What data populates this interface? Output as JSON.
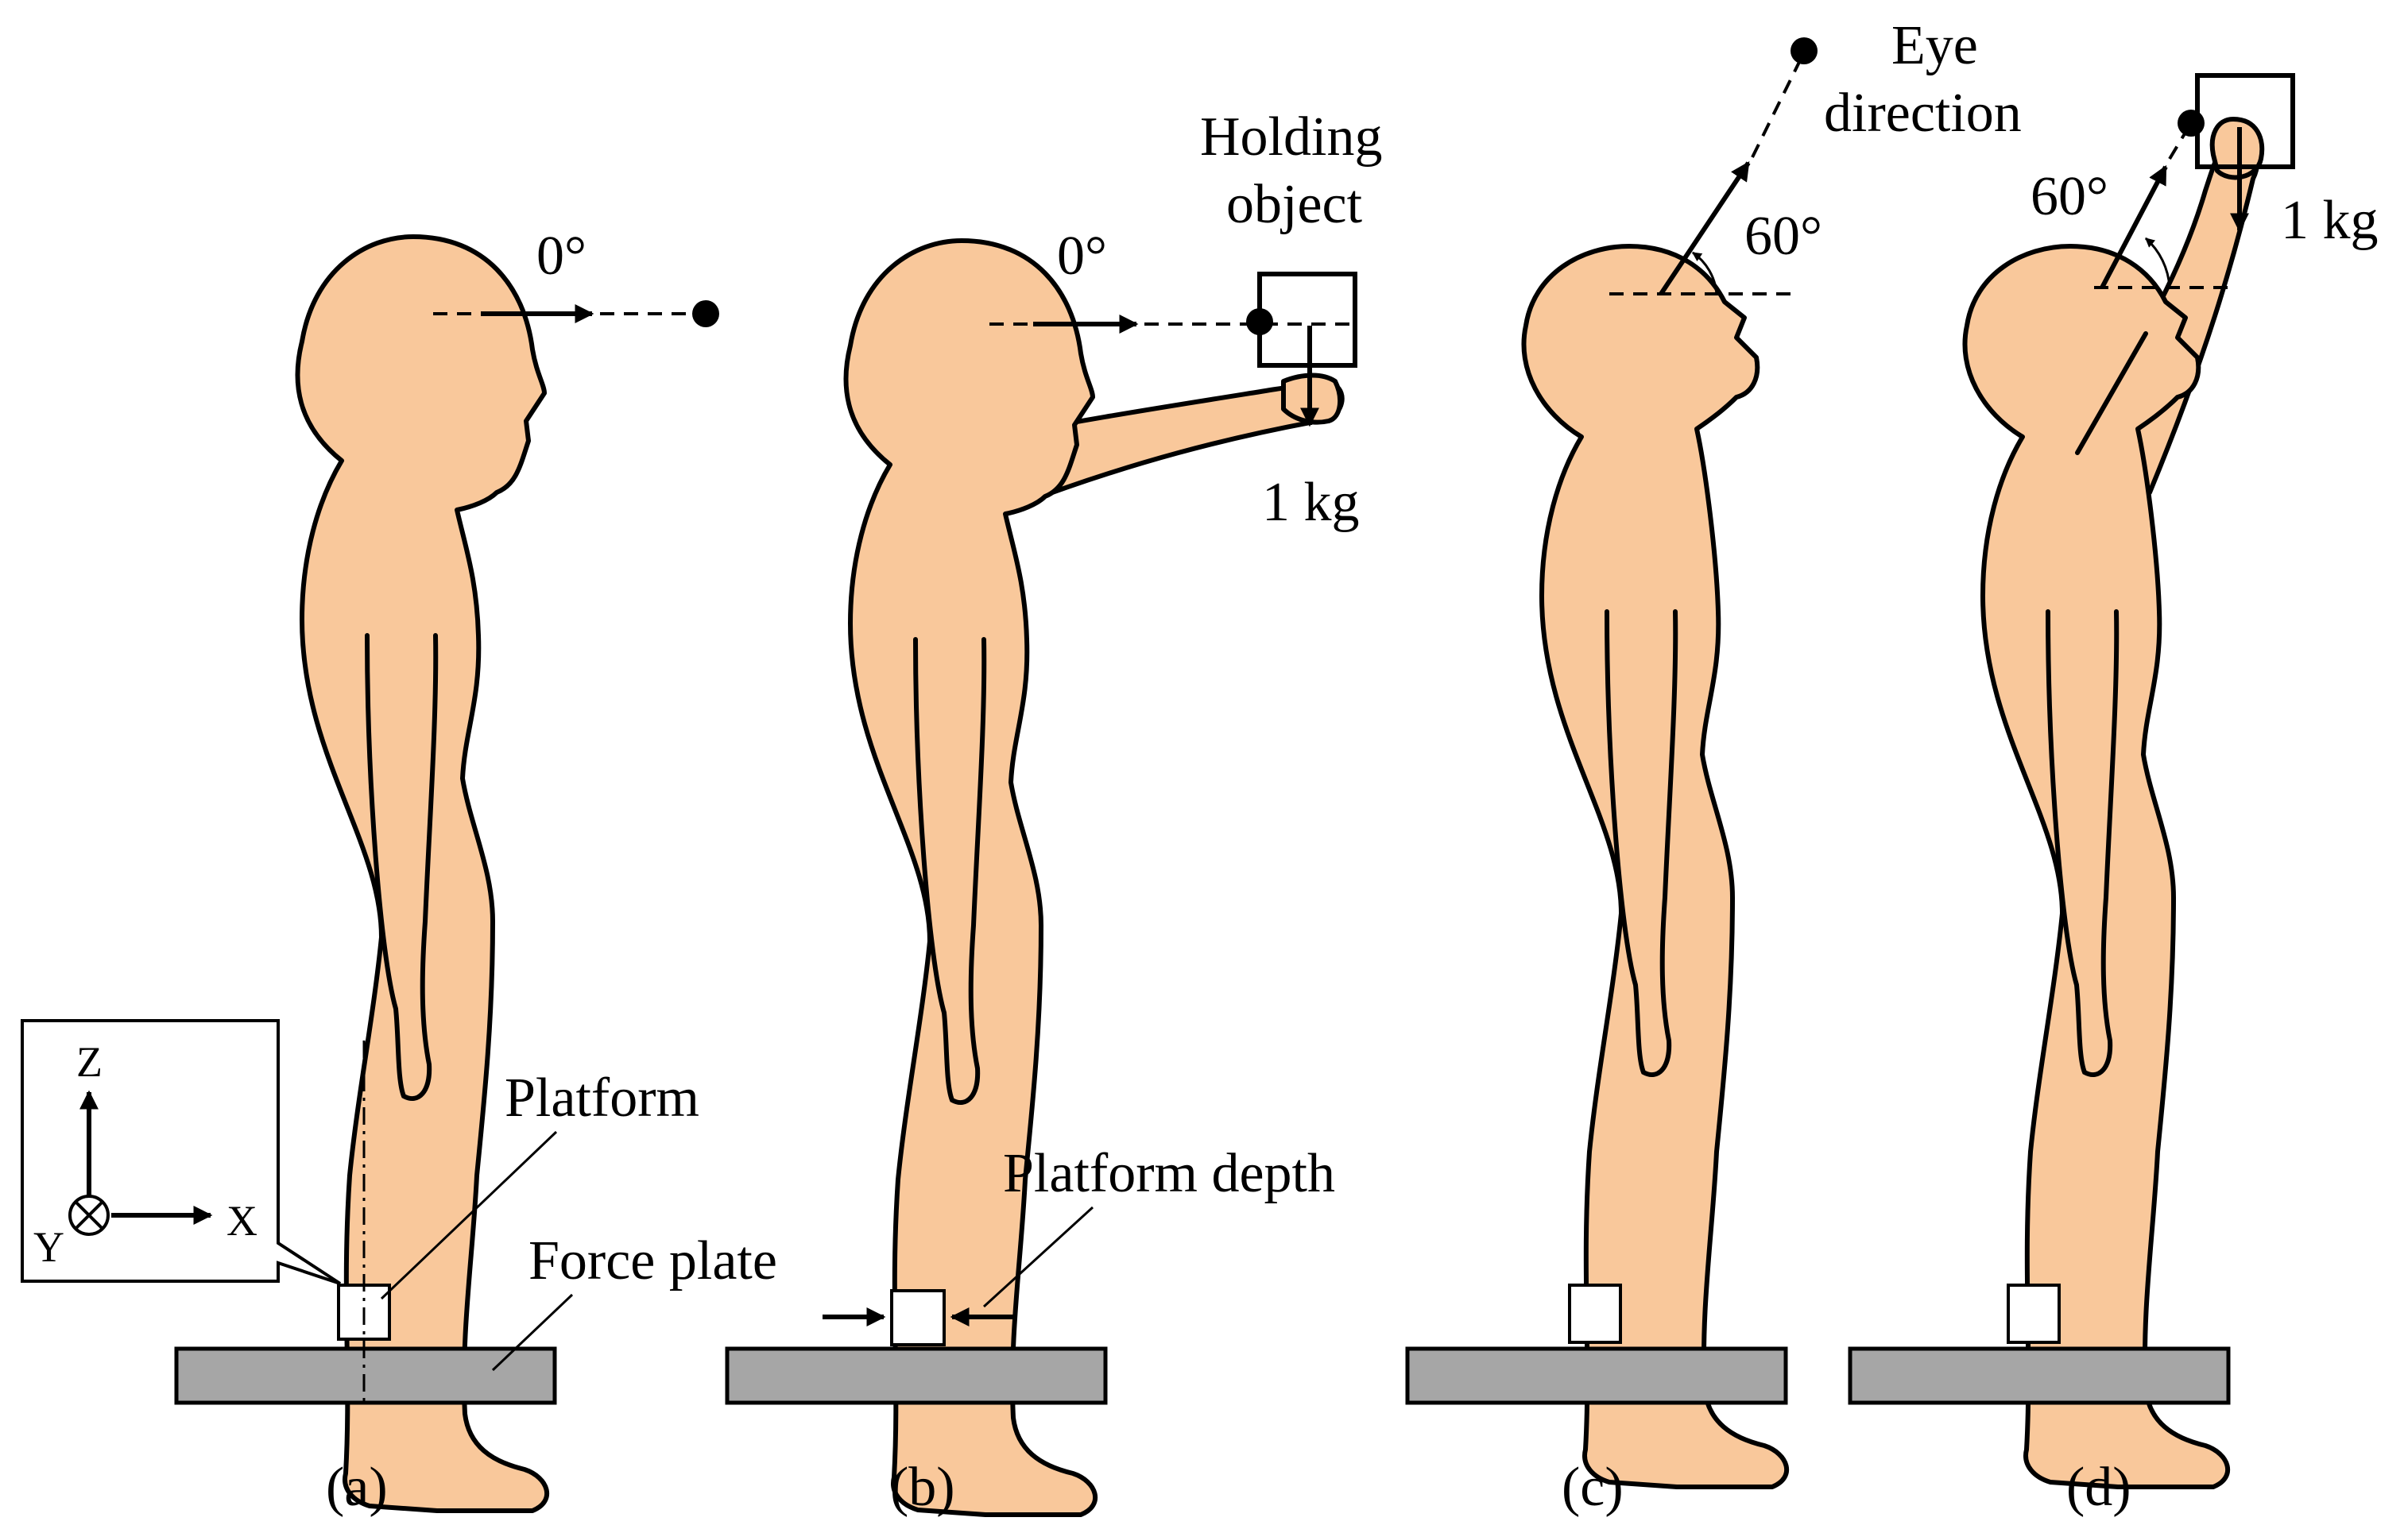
{
  "labels": {
    "gaze_a": "0°",
    "gaze_b": "0°",
    "gaze_c": "60°",
    "gaze_d": "60°",
    "holding_object_line1": "Holding",
    "holding_object_line2": "object",
    "mass_b": "1 kg",
    "mass_d": "1 kg",
    "eye_direction_line1": "Eye",
    "eye_direction_line2": "direction",
    "platform": "Platform",
    "platform_depth": "Platform depth",
    "force_plate": "Force plate",
    "axis_z": "Z",
    "axis_x": "X",
    "axis_y": "Y"
  },
  "panels": [
    "(a)",
    "(b)",
    "(c)",
    "(d)"
  ],
  "colors": {
    "skin": "#F9C89B",
    "force_plate": "#A6A6A6",
    "outline": "#000000",
    "background": "#FFFFFF"
  }
}
